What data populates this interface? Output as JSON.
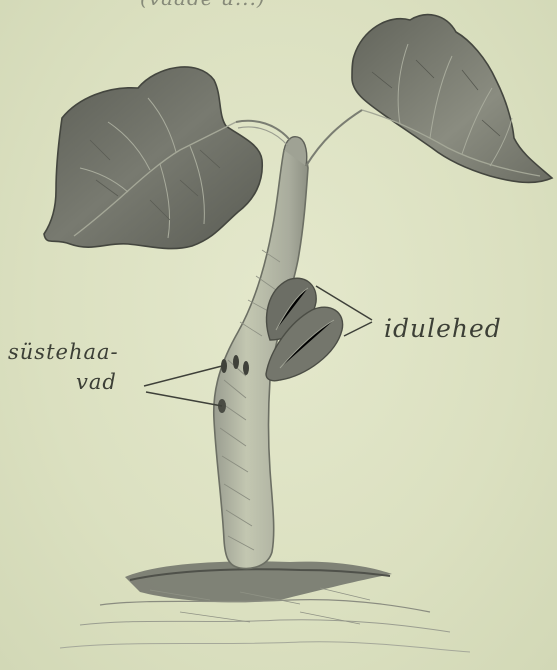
{
  "drawing": {
    "top_caption_fragment": "(vaade ü...)",
    "labels": {
      "cotyledons": "idulehed",
      "scars_line1": "süstehaa-",
      "scars_line2": "vad"
    }
  },
  "colors": {
    "paper": "#dde2c4",
    "pencil_dark": "#4b4d45",
    "pencil_mid": "#7a7d72",
    "pencil_light": "#a8ab9c"
  }
}
